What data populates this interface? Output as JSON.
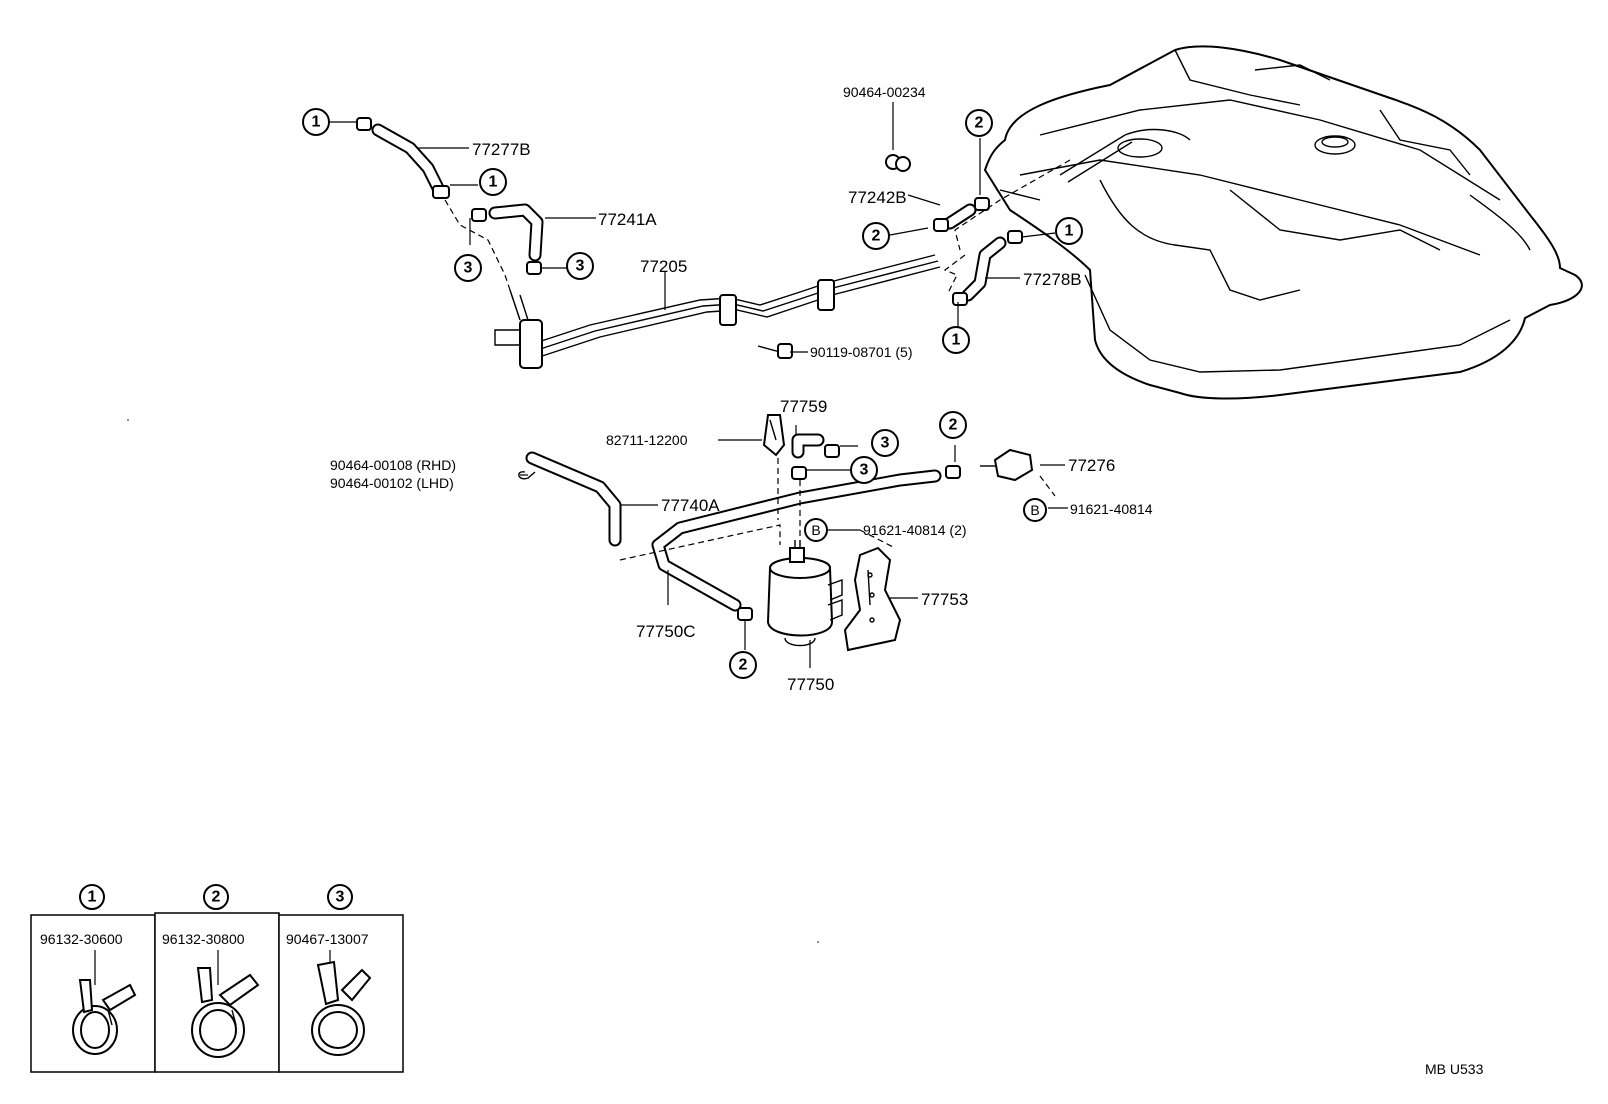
{
  "callouts": {
    "c1a": "1",
    "c1b": "1",
    "c1c": "1",
    "c1d": "1",
    "c2a": "2",
    "c2b": "2",
    "c2c": "2",
    "c2d": "2",
    "c3a": "3",
    "c3b": "3",
    "c3c": "3",
    "c3d": "3",
    "b1": "B",
    "b2": "B"
  },
  "labels": {
    "p77277B": "77277B",
    "p77241A": "77241A",
    "p77205": "77205",
    "p90119": "90119-08701 (5)",
    "p90464_00234": "90464-00234",
    "p77242B": "77242B",
    "p77278B": "77278B",
    "p77759": "77759",
    "p82711": "82711-12200",
    "p90464_00108": "90464-00108 (RHD)",
    "p90464_00102": "90464-00102 (LHD)",
    "p77740A": "77740A",
    "p77276": "77276",
    "p91621_r": "91621-40814",
    "p91621_2": "91621-40814 (2)",
    "p77753": "77753",
    "p77750C": "77750C",
    "p77750": "77750"
  },
  "legend": {
    "items": [
      {
        "num": "1",
        "part": "96132-30600"
      },
      {
        "num": "2",
        "part": "96132-30800"
      },
      {
        "num": "3",
        "part": "90467-13007"
      }
    ]
  },
  "code": "MB  U533"
}
